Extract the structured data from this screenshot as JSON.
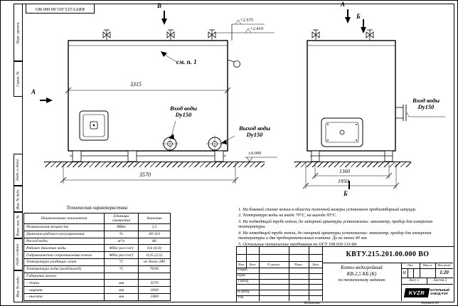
{
  "colors": {
    "paper": "#ffffff",
    "ink": "#000000"
  },
  "sheet": {
    "designation_top": "КВТУ.215.201.00.000 ВО",
    "margin_stamps": [
      "Перв. примен.",
      "Справ. №",
      "Подп. и дата",
      "Инв. № дубл.",
      "Взам. инв. №",
      "Подп. и дата",
      "Инв. № подл."
    ],
    "footer_copy": "Копировал",
    "footer_format": "Формат А3"
  },
  "drawing": {
    "section_v": "В",
    "section_a_front": "А",
    "section_a_side": "А",
    "section_b_top": "Б",
    "section_b_bottom": "Б",
    "see_note": "см. п. 1",
    "inlet_front": {
      "l1": "Вход воды",
      "l2": "Dy150"
    },
    "outlet_front": {
      "l1": "Выход воды",
      "l2": "Dy150"
    },
    "inlet_side": {
      "l1": "Вход воды",
      "l2": "Dy150"
    },
    "dim_3315": "3315",
    "dim_3570": "3570",
    "dim_1360": "1360",
    "dim_1950": "1950",
    "elev_top": "+2.575",
    "elev_mid": "+2.410",
    "elev_zero": "±0.000"
  },
  "tech_table": {
    "title": "Техническая характеристика",
    "headers": {
      "name": "Наименование показателя",
      "units": "Единицы измерения",
      "value": "Значение"
    },
    "rows": [
      {
        "name": "Номинальная мощность",
        "units": "МВт",
        "value": "2,5"
      },
      {
        "name": "Диапазон рабочего регулирования",
        "units": "%",
        "value": "40-110"
      },
      {
        "name": "Расход воды",
        "units": "м³/ч",
        "value": "86"
      },
      {
        "name": "Рабочее давление воды",
        "units": "МПа (кгс/см²)",
        "value": "0,6 (6,0)"
      },
      {
        "name": "Гидравлическое сопротивление котла",
        "units": "МПа (кгс/см²)",
        "value": "0,25 (2,5)"
      },
      {
        "name": "Температура уходящих газов",
        "units": "°С",
        "value": "не более 280"
      },
      {
        "name": "Температура воды (вход/выход)",
        "units": "°С",
        "value": "70/95"
      },
      {
        "name": "Габариты котла:",
        "units": "",
        "value": ""
      },
      {
        "name": "– длина",
        "units": "мм",
        "value": "3570"
      },
      {
        "name": "– ширина",
        "units": "мм",
        "value": "1830"
      },
      {
        "name": "– высота",
        "units": "мм",
        "value": "2460"
      }
    ]
  },
  "notes": [
    "1. На боковой стенке котла в области топочной камеры установлен пробоотборный штуцер.",
    "2. Температура воды на входе 70°С, на выходе 95°С.",
    "3. На подводящей трубе котла, до запорной арматуры установлены: манометр, прибор для измерения температуры.",
    "4. На отводящей трубе котла, до запорной арматуры установлены: манометр, прибор для измерения температуры и два предохранительных клапана. Ду не менее 40 мм.",
    "5. Остальные технические требования по ОСТ 108.030.133-84."
  ],
  "title_block": {
    "designation": "КВТУ.215.201.00.000 ВО",
    "cols": [
      "Изм.",
      "Лист",
      "N докум.",
      "Подп.",
      "Дата"
    ],
    "staff": [
      "Разраб.",
      "Пров.",
      "Т.контр.",
      "",
      "Н.контр.",
      "Утв."
    ],
    "product1": "Котел водогрейный",
    "product2": "КВ-2,5 КБ (К)",
    "product3": "по техническому заданию",
    "lit_label": "Лит.",
    "mass_label": "Масса",
    "scale_label": "Масштаб",
    "lit_value": "И",
    "scale_value": "1:20",
    "sheet_text": "Лист 1",
    "sheets_text": "Листов 2",
    "logo": "KVZR",
    "company1": "КОТЕЛЬНЫЙ",
    "company2": "ЗАВОД РЭП"
  }
}
